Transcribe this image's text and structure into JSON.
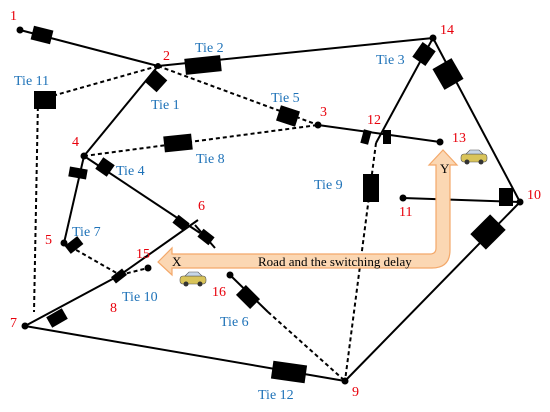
{
  "nodes": [
    {
      "id": "1",
      "label": "1"
    },
    {
      "id": "2",
      "label": "2"
    },
    {
      "id": "3",
      "label": "3"
    },
    {
      "id": "4",
      "label": "4"
    },
    {
      "id": "5",
      "label": "5"
    },
    {
      "id": "6",
      "label": "6"
    },
    {
      "id": "7",
      "label": "7"
    },
    {
      "id": "8",
      "label": "8"
    },
    {
      "id": "9",
      "label": "9"
    },
    {
      "id": "10",
      "label": "10"
    },
    {
      "id": "11",
      "label": "11"
    },
    {
      "id": "12",
      "label": "12"
    },
    {
      "id": "13",
      "label": "13"
    },
    {
      "id": "14",
      "label": "14"
    },
    {
      "id": "15",
      "label": "15"
    },
    {
      "id": "16",
      "label": "16"
    }
  ],
  "ties": [
    {
      "id": "tie-1",
      "label": "Tie 1"
    },
    {
      "id": "tie-2",
      "label": "Tie 2"
    },
    {
      "id": "tie-3",
      "label": "Tie 3"
    },
    {
      "id": "tie-4",
      "label": "Tie 4"
    },
    {
      "id": "tie-5",
      "label": "Tie 5"
    },
    {
      "id": "tie-6",
      "label": "Tie 6"
    },
    {
      "id": "tie-7",
      "label": "Tie 7"
    },
    {
      "id": "tie-8",
      "label": "Tie 8"
    },
    {
      "id": "tie-9",
      "label": "Tie 9"
    },
    {
      "id": "tie-10",
      "label": "Tie 10"
    },
    {
      "id": "tie-11",
      "label": "Tie 11"
    },
    {
      "id": "tie-12",
      "label": "Tie 12"
    }
  ],
  "road": {
    "label": "Road and the switching delay",
    "start_marker": "X",
    "end_marker": "Y"
  },
  "icons": [
    "car-icon"
  ],
  "colors": {
    "node_label": "#e8000b",
    "tie_label": "#1e72b8",
    "arrow_fill": "#fbd7b3"
  }
}
